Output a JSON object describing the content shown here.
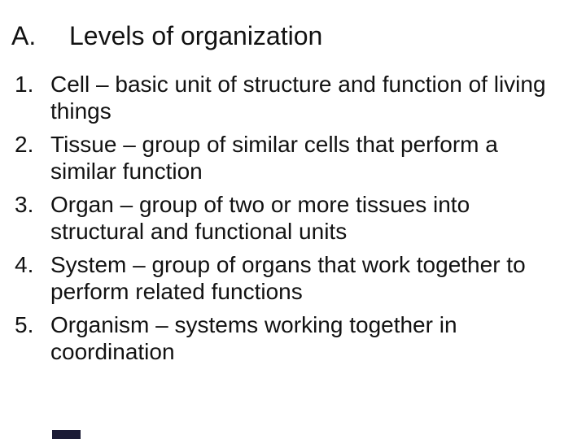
{
  "slide": {
    "background_color": "#ffffff",
    "text_color": "#121212",
    "heading": {
      "label": "A.",
      "title": "Levels of organization"
    },
    "list": [
      {
        "number": "1.",
        "text": "Cell – basic unit of structure and function of living\nthings"
      },
      {
        "number": "2.",
        "text": "Tissue – group of similar cells that perform a\nsimilar function"
      },
      {
        "number": "3.",
        "text": "Organ – group of two or more tissues into\nstructural and functional units"
      },
      {
        "number": "4.",
        "text": "System – group of organs that work together to\nperform related functions"
      },
      {
        "number": "5.",
        "text": "Organism – systems working together in\ncoordination"
      }
    ],
    "footer_marker_color": "#1b1b35"
  }
}
